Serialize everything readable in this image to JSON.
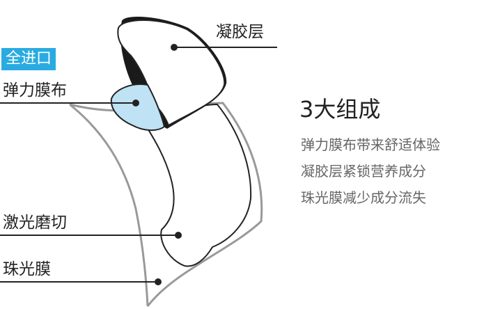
{
  "colors": {
    "accent_blue": "#29abe2",
    "membrane_fill": "#bfe2f5",
    "outline": "#999999",
    "ink": "#222222"
  },
  "badge": {
    "text": "全进口"
  },
  "labels": {
    "gel_layer": "凝胶层",
    "elastic_membrane": "弹力膜布",
    "laser_cut": "激光磨切",
    "pearl_film": "珠光膜"
  },
  "composition": {
    "heading": "3大组成",
    "lines": [
      "弹力膜布带来舒适体验",
      "凝胶层紧锁营养成分",
      "珠光膜减少成分流失"
    ]
  }
}
